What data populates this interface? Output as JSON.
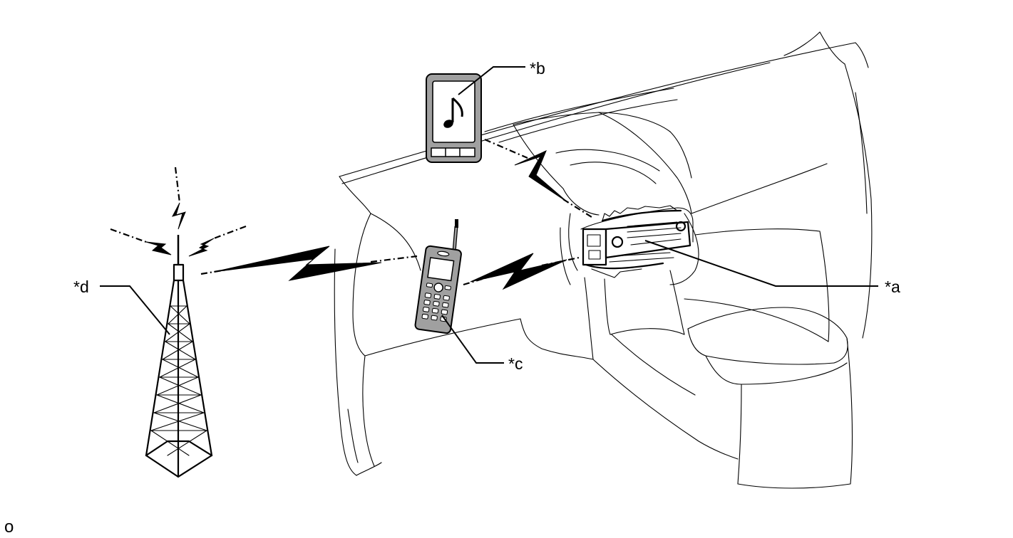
{
  "callouts": {
    "a": "*a",
    "b": "*b",
    "c": "*c",
    "d": "*d"
  },
  "footer_mark": "o",
  "icons": {
    "navigation_receiver": "car-radio-head-unit-icon",
    "portable_player": "music-player-icon",
    "cellular_phone": "cellular-phone-icon",
    "cell_tower": "cell-tower-icon",
    "wireless_link": "lightning-bolt-icon"
  },
  "colors": {
    "line": "#000000",
    "device_fill": "#a0a0a0",
    "background": "#ffffff"
  }
}
